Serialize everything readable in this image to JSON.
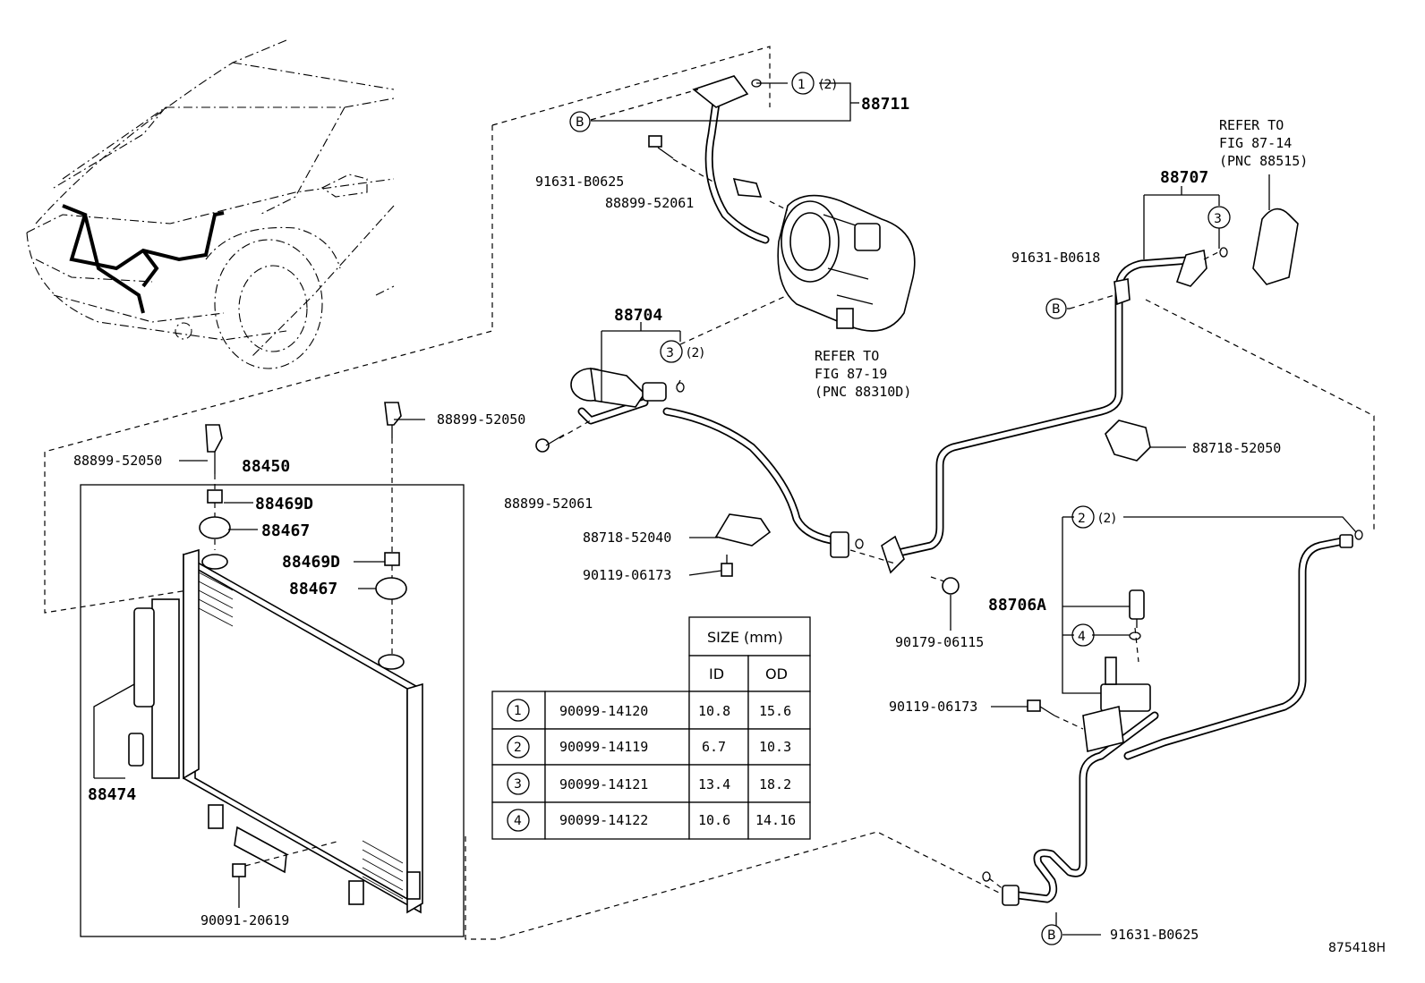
{
  "labels": {
    "p88711": "88711",
    "p91631_b0625_top": "91631-B0625",
    "p88899_52061_top": "88899-52061",
    "p88704": "88704",
    "p88899_52050_left": "88899-52050",
    "p88899_52050_right": "88899-52050",
    "p88899_52061_mid": "88899-52061",
    "p88450": "88450",
    "p88469D_a": "88469D",
    "p88467_a": "88467",
    "p88469D_b": "88469D",
    "p88467_b": "88467",
    "p88474": "88474",
    "p90091_20619": "90091-20619",
    "p88718_52040": "88718-52040",
    "p90119_06173_mid": "90119-06173",
    "p90179_06115": "90179-06115",
    "p88707": "88707",
    "p91631_b0618": "91631-B0618",
    "p88718_52050": "88718-52050",
    "p88706A": "88706A",
    "p90119_06173_right": "90119-06173",
    "p91631_b0625_bottom": "91631-B0625",
    "figure_id": "875418H"
  },
  "callouts": {
    "c1_top": "1",
    "c1_top_qty": "(2)",
    "c3_88704": "3",
    "c3_88704_qty": "(2)",
    "c3_88707": "3",
    "c2_right": "2",
    "c2_right_qty": "(2)",
    "c4_right": "4",
    "b_top": "B",
    "b_mid": "B",
    "b_bottom": "B"
  },
  "refs": {
    "compressor": [
      "REFER TO",
      "FIG 87-19",
      "(PNC 88310D)"
    ],
    "valve": [
      "REFER TO",
      "FIG 87-14",
      "(PNC 88515)"
    ]
  },
  "size_table": {
    "header_size": "SIZE (mm)",
    "header_id": "ID",
    "header_od": "OD",
    "rows": [
      {
        "key": "1",
        "part": "90099-14120",
        "id": "10.8",
        "od": "15.6"
      },
      {
        "key": "2",
        "part": "90099-14119",
        "id": "6.7",
        "od": "10.3"
      },
      {
        "key": "3",
        "part": "90099-14121",
        "id": "13.4",
        "od": "18.2"
      },
      {
        "key": "4",
        "part": "90099-14122",
        "id": "10.6",
        "od": "14.16"
      }
    ]
  }
}
